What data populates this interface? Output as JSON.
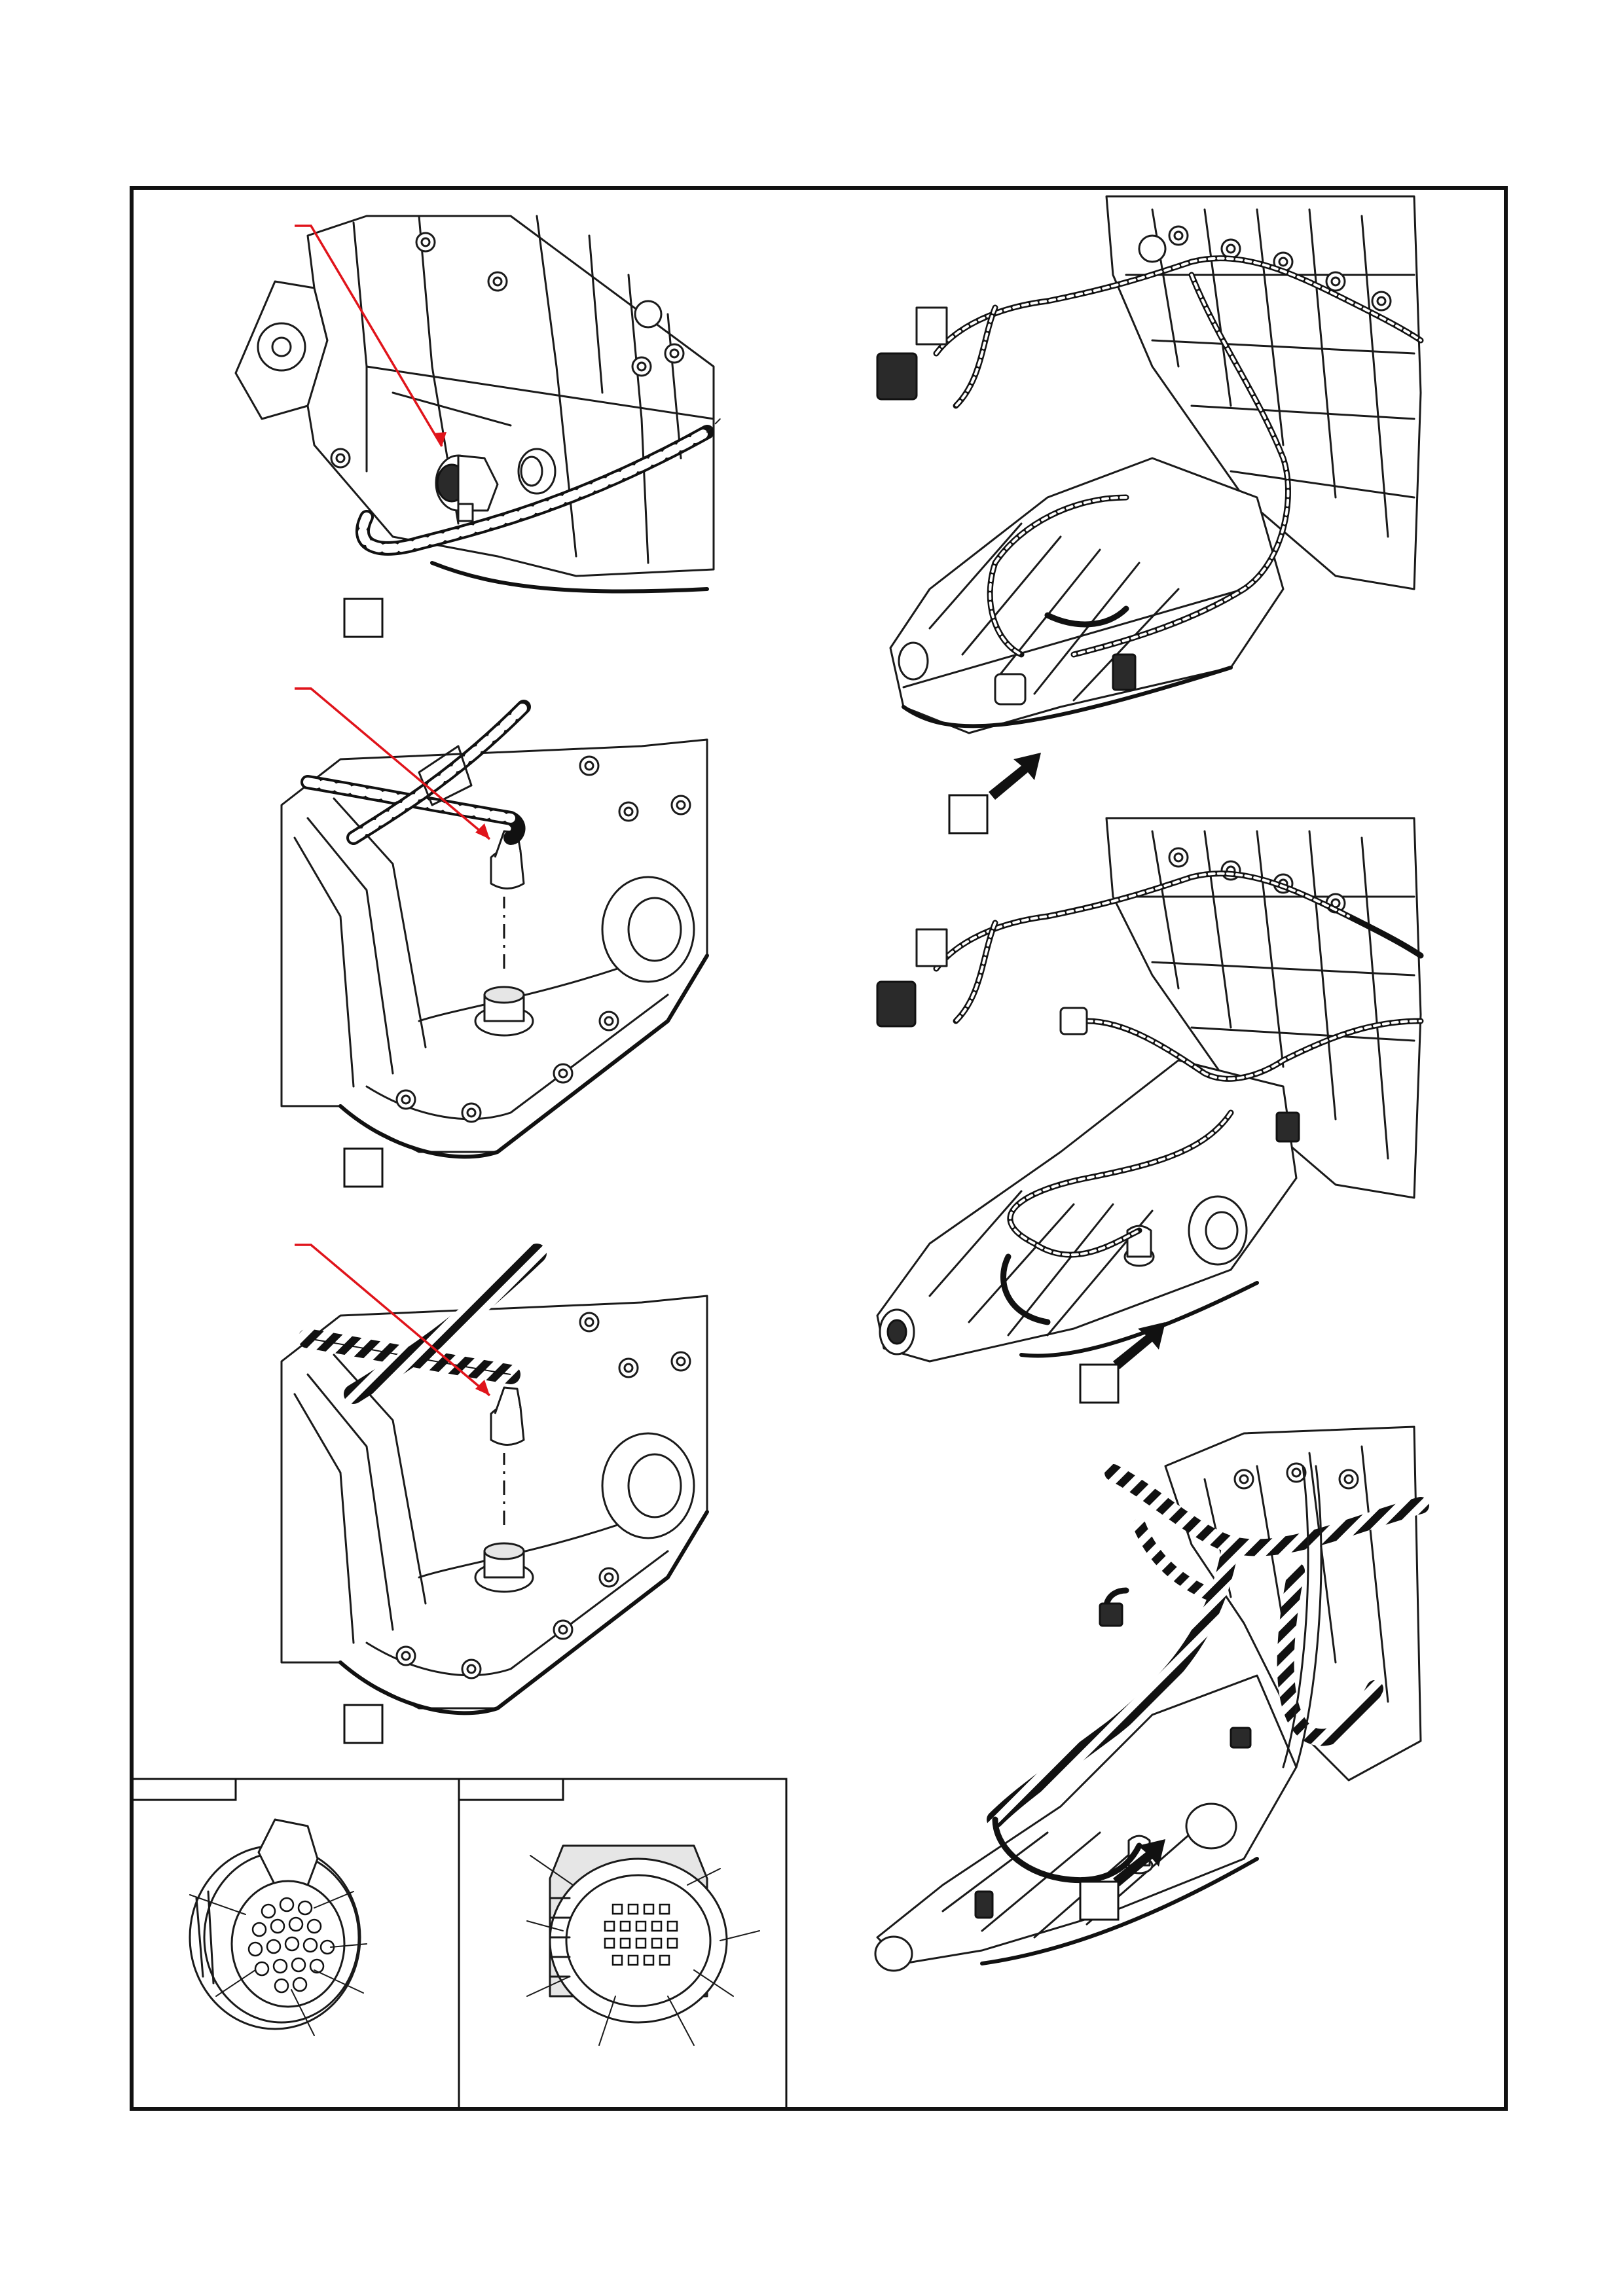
{
  "figure": {
    "panels": [
      {
        "id": "top-left-view"
      },
      {
        "id": "mid-left-view"
      },
      {
        "id": "lower-left-view"
      },
      {
        "id": "connector-view-a"
      },
      {
        "id": "connector-view-b"
      },
      {
        "id": "top-right-view"
      },
      {
        "id": "mid-right-view"
      },
      {
        "id": "bottom-right-view"
      }
    ],
    "colors": {
      "leader": "#e0141b",
      "line": "#1a1a1a",
      "frame": "#111111"
    }
  }
}
